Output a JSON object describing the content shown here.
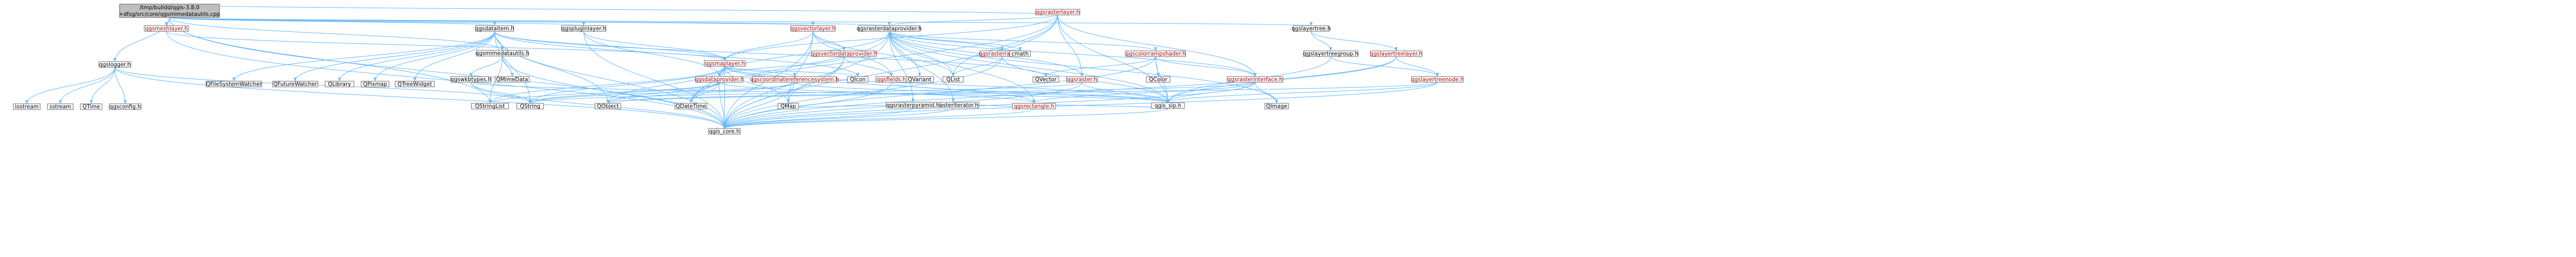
{
  "graph": {
    "colors": {
      "root_fill": "#bfbfbf",
      "node_fill": "#ffffff",
      "node_border": "#666666",
      "red_text": "#b00000",
      "edge": "#63b8ff"
    },
    "nodes": [
      {
        "id": "root",
        "lines": [
          "/tmp/buildd/qgis-3.8.0",
          "+dfsg/src/core/qgsmimedatautils.cpp"
        ],
        "root": true
      },
      {
        "id": "qgsrasterlayer",
        "lines": [
          "qgsrasterlayer.h"
        ],
        "red": true
      },
      {
        "id": "qgsdataitem",
        "lines": [
          "qgsdataitem.h"
        ]
      },
      {
        "id": "qgspluginlayer",
        "lines": [
          "qgspluginlayer.h"
        ]
      },
      {
        "id": "qgsvectorlayer",
        "lines": [
          "qgsvectorlayer.h"
        ],
        "red": true
      },
      {
        "id": "qgsmeshlayer",
        "lines": [
          "qgsmeshlayer.h"
        ],
        "red": true
      },
      {
        "id": "qgslogger",
        "lines": [
          "qgslogger.h"
        ]
      },
      {
        "id": "qgsrasterdataprovider",
        "lines": [
          "qgsrasterdataprovider.h"
        ]
      },
      {
        "id": "qgslayertree",
        "lines": [
          "qgslayertree.h"
        ]
      },
      {
        "id": "qgsmimedatautils",
        "lines": [
          "qgsmimedatautils.h"
        ]
      },
      {
        "id": "qgsmaplayer",
        "lines": [
          "qgsmaplayer.h"
        ],
        "red": true
      },
      {
        "id": "qgsvectordataprovider",
        "lines": [
          "qgsvectordataprovider.h"
        ],
        "red": true
      },
      {
        "id": "qgsrasterrange",
        "lines": [
          "qgsrasterrange.h"
        ],
        "red": true
      },
      {
        "id": "qgscolorrampshader",
        "lines": [
          "qgscolorrampshader.h"
        ],
        "red": true
      },
      {
        "id": "qgslayertreegroup",
        "lines": [
          "qgslayertreegroup.h"
        ]
      },
      {
        "id": "qgslayertreelayer",
        "lines": [
          "qgslayertreelayer.h"
        ],
        "red": true
      },
      {
        "id": "QFileSystemWatcher",
        "lines": [
          "QFileSystemWatcher"
        ]
      },
      {
        "id": "QFutureWatcher",
        "lines": [
          "QFutureWatcher"
        ]
      },
      {
        "id": "QLibrary",
        "lines": [
          "QLibrary"
        ]
      },
      {
        "id": "QPixmap",
        "lines": [
          "QPixmap"
        ]
      },
      {
        "id": "QTreeWidget",
        "lines": [
          "QTreeWidget"
        ]
      },
      {
        "id": "QMimeData",
        "lines": [
          "QMimeData"
        ]
      },
      {
        "id": "qgswkbtypes",
        "lines": [
          "qgswkbtypes.h"
        ]
      },
      {
        "id": "qgsdataprovider",
        "lines": [
          "qgsdataprovider.h"
        ],
        "red": true
      },
      {
        "id": "qgscoordinatereferencesystem",
        "lines": [
          "qgscoordinatereferencesystem.h"
        ],
        "red": true
      },
      {
        "id": "QIcon",
        "lines": [
          "QIcon"
        ]
      },
      {
        "id": "QVariant",
        "lines": [
          "QVariant"
        ]
      },
      {
        "id": "qgsfields",
        "lines": [
          "qgsfields.h"
        ],
        "red": true
      },
      {
        "id": "QList",
        "lines": [
          "QList"
        ]
      },
      {
        "id": "QVector",
        "lines": [
          "QVector"
        ]
      },
      {
        "id": "cmath",
        "lines": [
          "cmath"
        ]
      },
      {
        "id": "qgsrasteriterator",
        "lines": [
          "qgsrasteriterator.h"
        ]
      },
      {
        "id": "qgsraster",
        "lines": [
          "qgsraster.h"
        ],
        "red": true
      },
      {
        "id": "QColor",
        "lines": [
          "QColor"
        ]
      },
      {
        "id": "qgsrasterinterface",
        "lines": [
          "qgsrasterinterface.h"
        ],
        "red": true
      },
      {
        "id": "qgslayertreenode",
        "lines": [
          "qgslayertreenode.h"
        ],
        "red": true
      },
      {
        "id": "iostream",
        "lines": [
          "iostream"
        ]
      },
      {
        "id": "sstream",
        "lines": [
          "sstream"
        ]
      },
      {
        "id": "QTime",
        "lines": [
          "QTime"
        ]
      },
      {
        "id": "qgsconfig",
        "lines": [
          "qgsconfig.h"
        ]
      },
      {
        "id": "QStringList",
        "lines": [
          "QStringList"
        ]
      },
      {
        "id": "QString",
        "lines": [
          "QString"
        ]
      },
      {
        "id": "QObject",
        "lines": [
          "QObject"
        ]
      },
      {
        "id": "QDateTime",
        "lines": [
          "QDateTime"
        ]
      },
      {
        "id": "QMap",
        "lines": [
          "QMap"
        ]
      },
      {
        "id": "qgsrasterpyramid",
        "lines": [
          "qgsrasterpyramid.h"
        ]
      },
      {
        "id": "qgsrectangle",
        "lines": [
          "qgsrectangle.h"
        ],
        "red": true
      },
      {
        "id": "QImage",
        "lines": [
          "QImage"
        ]
      },
      {
        "id": "qgis_sip",
        "lines": [
          "qgis_sip.h"
        ]
      },
      {
        "id": "qgis_core",
        "lines": [
          "qgis_core.h"
        ]
      }
    ],
    "edges": [
      [
        "root",
        "qgsrasterlayer"
      ],
      [
        "root",
        "qgsdataitem"
      ],
      [
        "root",
        "qgspluginlayer"
      ],
      [
        "root",
        "qgsvectorlayer"
      ],
      [
        "root",
        "qgsmeshlayer"
      ],
      [
        "root",
        "qgslogger"
      ],
      [
        "root",
        "qgslayertree"
      ],
      [
        "root",
        "qgsmimedatautils"
      ],
      [
        "root",
        "qgis_core"
      ],
      [
        "root",
        "QStringList"
      ],
      [
        "root",
        "qgsrasterdataprovider"
      ],
      [
        "qgsrasterlayer",
        "qgsrasterdataprovider"
      ],
      [
        "qgsrasterlayer",
        "qgsmaplayer"
      ],
      [
        "qgsrasterlayer",
        "qgis_core"
      ],
      [
        "qgsrasterlayer",
        "qgis_sip"
      ],
      [
        "qgsrasterlayer",
        "QDateTime"
      ],
      [
        "qgsrasterlayer",
        "qgsraster"
      ],
      [
        "qgsrasterlayer",
        "qgsrasterinterface"
      ],
      [
        "qgsrasterlayer",
        "QList"
      ],
      [
        "qgsdataitem",
        "QFileSystemWatcher"
      ],
      [
        "qgsdataitem",
        "QFutureWatcher"
      ],
      [
        "qgsdataitem",
        "QLibrary"
      ],
      [
        "qgsdataitem",
        "QPixmap"
      ],
      [
        "qgsdataitem",
        "QTreeWidget"
      ],
      [
        "qgsdataitem",
        "qgsmimedatautils"
      ],
      [
        "qgsdataitem",
        "qgsmaplayer"
      ],
      [
        "qgsdataitem",
        "QIcon"
      ],
      [
        "qgsdataitem",
        "QObject"
      ],
      [
        "qgsdataitem",
        "QString"
      ],
      [
        "qgsdataitem",
        "QVector"
      ],
      [
        "qgsdataitem",
        "qgis_core"
      ],
      [
        "qgspluginlayer",
        "qgsmaplayer"
      ],
      [
        "qgspluginlayer",
        "qgsdataprovider"
      ],
      [
        "qgspluginlayer",
        "qgis_core"
      ],
      [
        "qgsvectorlayer",
        "qgsmaplayer"
      ],
      [
        "qgsvectorlayer",
        "qgsvectordataprovider"
      ],
      [
        "qgsvectorlayer",
        "qgsfields"
      ],
      [
        "qgsvectorlayer",
        "QMap"
      ],
      [
        "qgsvectorlayer",
        "qgis_core"
      ],
      [
        "qgsvectorlayer",
        "QSet"
      ],
      [
        "qgsvectorlayer",
        "QList"
      ],
      [
        "qgsmeshlayer",
        "qgsmaplayer"
      ],
      [
        "qgsmeshlayer",
        "qgis_core"
      ],
      [
        "qgslogger",
        "iostream"
      ],
      [
        "qgslogger",
        "sstream"
      ],
      [
        "qgslogger",
        "QTime"
      ],
      [
        "qgslogger",
        "qgsconfig"
      ],
      [
        "qgslogger",
        "QString"
      ],
      [
        "qgslogger",
        "qgis_core"
      ],
      [
        "qgsrasterdataprovider",
        "qgsrasterrange"
      ],
      [
        "qgsrasterdataprovider",
        "qgscolorrampshader"
      ],
      [
        "qgsrasterdataprovider",
        "cmath"
      ],
      [
        "qgsrasterdataprovider",
        "QVariant"
      ],
      [
        "qgsrasterdataprovider",
        "qgsrasteriterator"
      ],
      [
        "qgsrasterdataprovider",
        "qgsrasterinterface"
      ],
      [
        "qgsrasterdataprovider",
        "qgsrasterpyramid"
      ],
      [
        "qgsrasterdataprovider",
        "qgsrectangle"
      ],
      [
        "qgsrasterdataprovider",
        "QImage"
      ],
      [
        "qgsrasterdataprovider",
        "qgis_sip"
      ],
      [
        "qgsrasterdataprovider",
        "qgis_core"
      ],
      [
        "qgsrasterdataprovider",
        "QDateTime"
      ],
      [
        "qgsrasterdataprovider",
        "qgsdataprovider"
      ],
      [
        "qgsrasterdataprovider",
        "QList"
      ],
      [
        "qgsrasterdataprovider",
        "qgsraster"
      ],
      [
        "qgslayertree",
        "qgslayertreegroup"
      ],
      [
        "qgslayertree",
        "qgslayertreelayer"
      ],
      [
        "qgslayertreegroup",
        "qgslayertreenode"
      ],
      [
        "qgslayertreegroup",
        "qgis_sip"
      ],
      [
        "qgslayertreelayer",
        "qgslayertreenode"
      ],
      [
        "qgslayertreelayer",
        "qgis_core"
      ],
      [
        "qgslayertreelayer",
        "qgis_sip"
      ],
      [
        "qgslayertreenode",
        "QObject"
      ],
      [
        "qgslayertreenode",
        "qgis_core"
      ],
      [
        "qgslayertreenode",
        "qgis_sip"
      ],
      [
        "qgsmimedatautils",
        "QMimeData"
      ],
      [
        "qgsmimedatautils",
        "qgswkbtypes"
      ],
      [
        "qgsmimedatautils",
        "QStringList"
      ],
      [
        "qgsmimedatautils",
        "qgis_core"
      ],
      [
        "qgsmaplayer",
        "qgsdataprovider"
      ],
      [
        "qgsmaplayer",
        "qgscoordinatereferencesystem"
      ],
      [
        "qgsmaplayer",
        "QIcon"
      ],
      [
        "qgsmaplayer",
        "qgsrectangle"
      ],
      [
        "qgsmaplayer",
        "QDateTime"
      ],
      [
        "qgsmaplayer",
        "QMap"
      ],
      [
        "qgsmaplayer",
        "QObject"
      ],
      [
        "qgsmaplayer",
        "QStringList"
      ],
      [
        "qgsmaplayer",
        "qgis_core"
      ],
      [
        "qgsmaplayer",
        "qgis_sip"
      ],
      [
        "qgsmaplayer",
        "QString"
      ],
      [
        "qgsvectordataprovider",
        "qgsdataprovider"
      ],
      [
        "qgsvectordataprovider",
        "qgsfields"
      ],
      [
        "qgsvectordataprovider",
        "QMap"
      ],
      [
        "qgsvectordataprovider",
        "qgis_core"
      ],
      [
        "qgsrasterrange",
        "qgis_sip"
      ],
      [
        "qgsrasterrange",
        "QList"
      ],
      [
        "qgsrasterrange",
        "qgis_core"
      ],
      [
        "qgscolorrampshader",
        "QColor"
      ],
      [
        "qgscolorrampshader",
        "QVector"
      ],
      [
        "qgscolorrampshader",
        "qgis_sip"
      ],
      [
        "qgscolorrampshader",
        "qgis_core"
      ],
      [
        "qgscolorrampshader",
        "qgsrasterinterface"
      ],
      [
        "qgswkbtypes",
        "QString"
      ],
      [
        "qgswkbtypes",
        "qgis_core"
      ],
      [
        "qgswkbtypes",
        "qgis_sip"
      ],
      [
        "qgsdataprovider",
        "QDateTime"
      ],
      [
        "qgsdataprovider",
        "QObject"
      ],
      [
        "qgsdataprovider",
        "QString"
      ],
      [
        "qgsdataprovider",
        "QStringList"
      ],
      [
        "qgsdataprovider",
        "qgis_core"
      ],
      [
        "qgsdataprovider",
        "qgsrectangle"
      ],
      [
        "qgscoordinatereferencesystem",
        "QObject"
      ],
      [
        "qgscoordinatereferencesystem",
        "QString"
      ],
      [
        "qgscoordinatereferencesystem",
        "qgis_core"
      ],
      [
        "qgscoordinatereferencesystem",
        "qgis_sip"
      ],
      [
        "qgsfields",
        "qgis_sip"
      ],
      [
        "qgsfields",
        "qgis_core"
      ],
      [
        "qgsrasteriterator",
        "QMap"
      ],
      [
        "qgsrasteriterator",
        "qgsrectangle"
      ],
      [
        "qgsrasteriterator",
        "qgis_core"
      ],
      [
        "qgsraster",
        "qgis_sip"
      ],
      [
        "qgsraster",
        "QString"
      ],
      [
        "qgsraster",
        "qgis_core"
      ],
      [
        "qgsrasterinterface",
        "QImage"
      ],
      [
        "qgsrasterinterface",
        "qgis_sip"
      ],
      [
        "qgsrasterinterface",
        "qgis_core"
      ],
      [
        "qgsrasterinterface",
        "qgsrectangle"
      ],
      [
        "qgsrasterinterface",
        "QObject"
      ],
      [
        "qgsrasterpyramid",
        "qgis_core"
      ],
      [
        "qgsrectangle",
        "qgis_core"
      ],
      [
        "qgsrectangle",
        "qgis_sip"
      ],
      [
        "qgis_sip",
        "qgis_core"
      ]
    ]
  }
}
